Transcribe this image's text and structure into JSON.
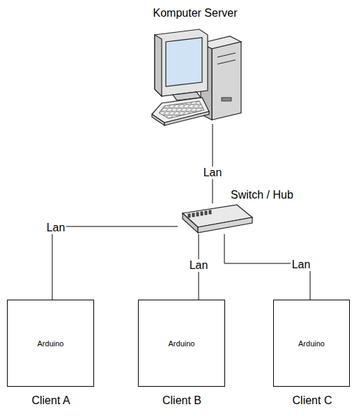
{
  "diagram": {
    "nodes": [
      {
        "text": [
          "Komputer Server"
        ]
      },
      {
        "text": [
          "Switch / Hub"
        ]
      },
      {
        "text": [
          "Arduino",
          "Client A"
        ]
      },
      {
        "text": [
          "Arduino",
          "Client B"
        ]
      },
      {
        "text": [
          "Arduino",
          "Client C"
        ]
      }
    ],
    "edges": [
      {
        "from": 0,
        "to": 1,
        "arrow": "none",
        "label": "Lan"
      },
      {
        "from": 1,
        "to": 2,
        "arrow": "none",
        "label": "Lan"
      },
      {
        "from": 1,
        "to": 3,
        "arrow": "none",
        "label": "Lan"
      },
      {
        "from": 1,
        "to": 4,
        "arrow": "none",
        "label": "Lan"
      }
    ]
  }
}
